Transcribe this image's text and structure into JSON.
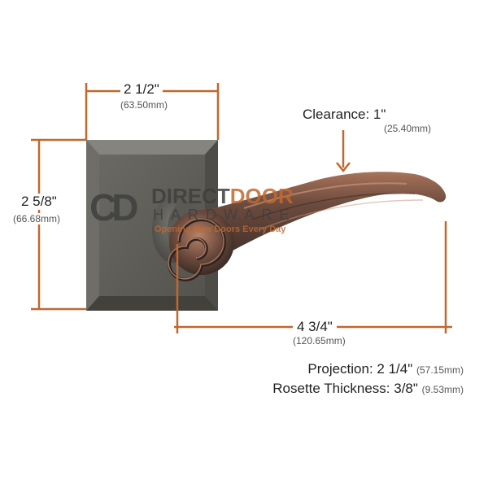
{
  "colors": {
    "dimension_line": "#c0692e",
    "rosette": "#5d5c58",
    "lever": "#6a4b3e",
    "lever_highlight": "#b07a5e",
    "watermark_dark": "#3f3f3f",
    "watermark_accent": "#c0692e"
  },
  "dimensions": {
    "width": {
      "value": "2 1/2\"",
      "metric": "(63.50mm)"
    },
    "height": {
      "value": "2 5/8\"",
      "metric": "(66.68mm)"
    },
    "length": {
      "value": "4 3/4\"",
      "metric": "(120.65mm)"
    },
    "clearance": {
      "label": "Clearance: 1\"",
      "metric": "(25.40mm)"
    }
  },
  "specs": {
    "projection": {
      "label": "Projection: 2 1/4\"",
      "metric": "(57.15mm)"
    },
    "rosette_thickness": {
      "label": "Rosette Thickness: 3/8\"",
      "metric": "(9.53mm)"
    }
  },
  "watermark": {
    "logo_letters": "CD",
    "word1": "DIRECT",
    "word2": "DOOR",
    "word3": "HARDWARE",
    "tagline": "Opening New Doors Every Day"
  }
}
